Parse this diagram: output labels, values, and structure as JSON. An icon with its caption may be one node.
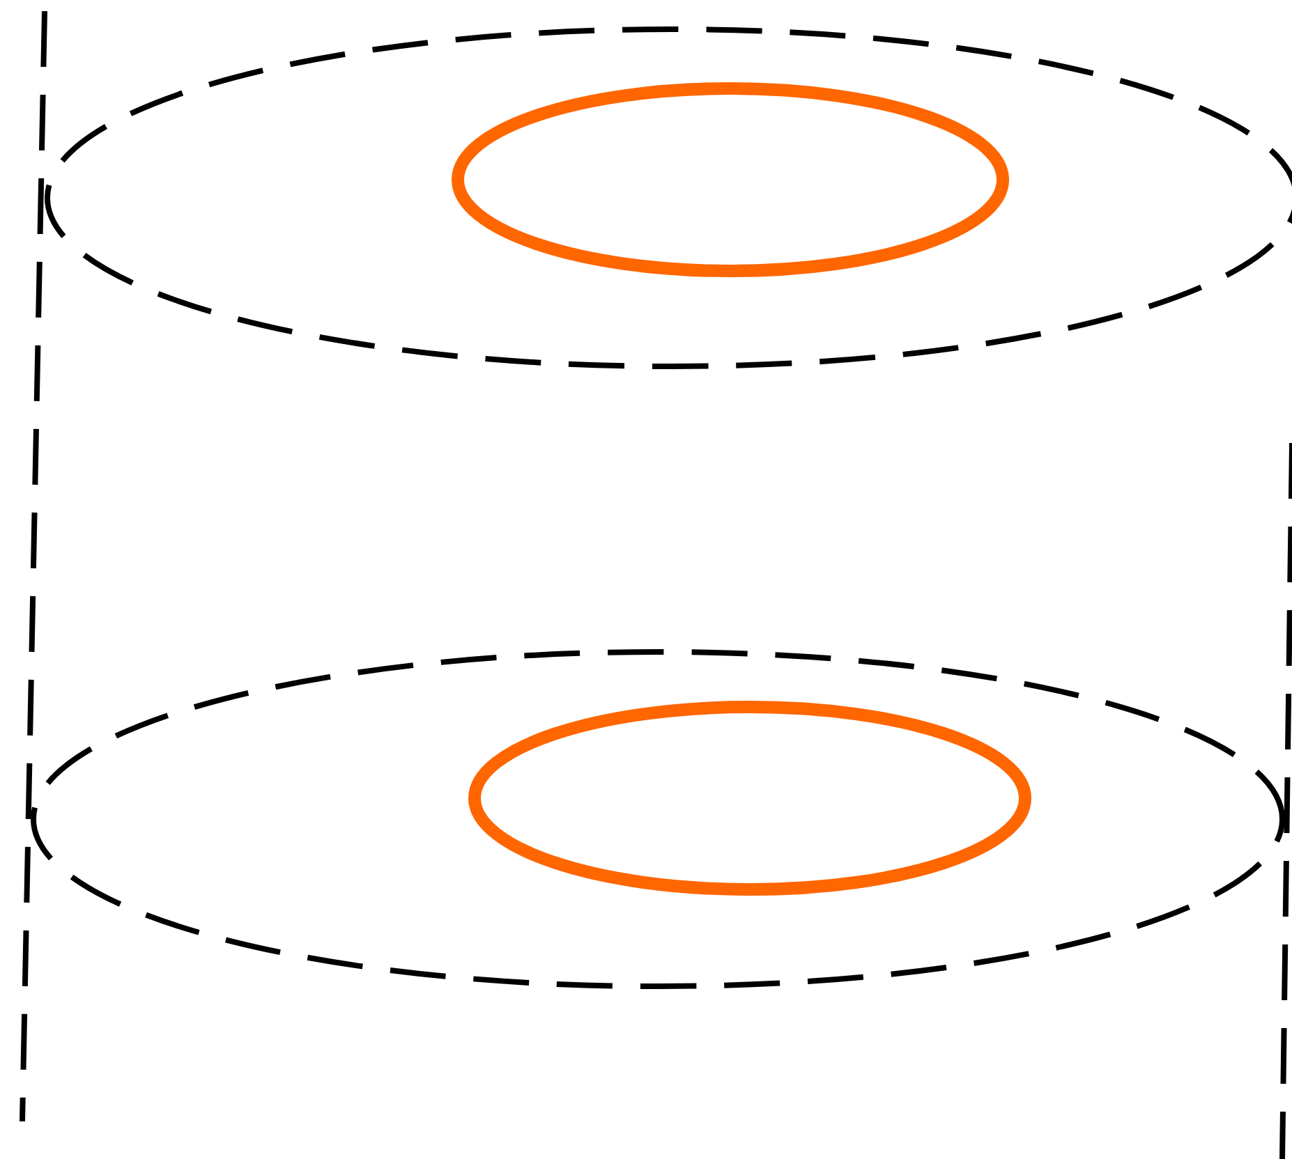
{
  "diagram": {
    "nodes": [
      {
        "text": [],
        "shape": "circle"
      },
      {
        "text": [],
        "shape": "circle",
        "in": 0
      },
      {
        "text": [],
        "shape": "circle"
      },
      {
        "text": [],
        "shape": "circle",
        "in": 2
      }
    ]
  }
}
